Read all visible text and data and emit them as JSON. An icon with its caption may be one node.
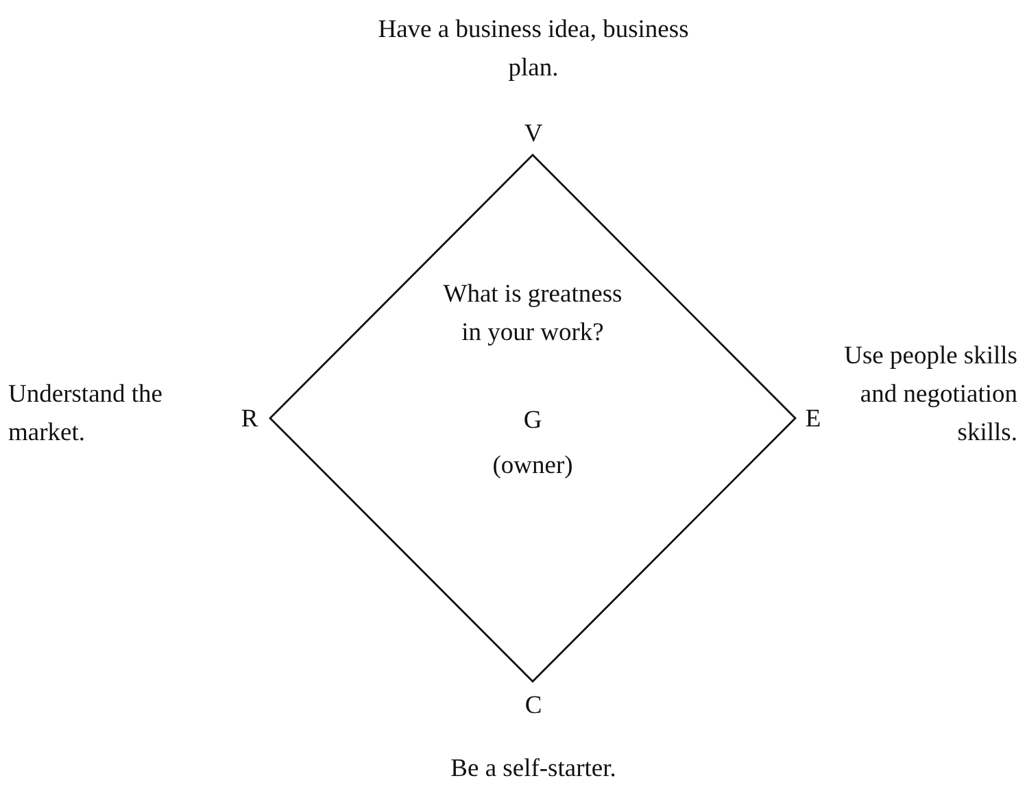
{
  "diagram": {
    "nodes": [
      {
        "text": [
          "What is greatness in your work?",
          "G",
          "(owner)"
        ]
      }
    ],
    "edges": [],
    "labels": [
      "Have a business idea, business plan.",
      "V",
      "Use people skills and negotiation skills.",
      "Understand the market.",
      "R",
      "E",
      "C",
      "Be a self-starter."
    ]
  }
}
